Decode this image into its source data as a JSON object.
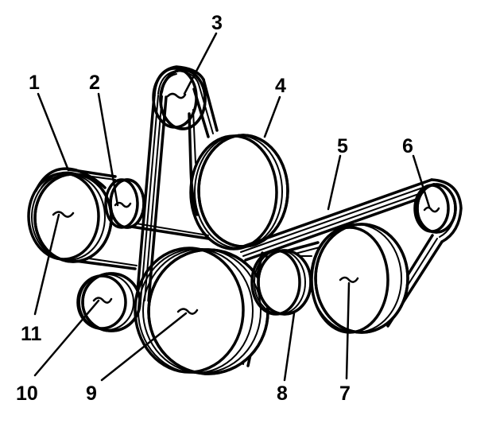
{
  "callouts": [
    "1",
    "2",
    "3",
    "4",
    "5",
    "6",
    "7",
    "8",
    "9",
    "10",
    "11"
  ],
  "colors": {
    "ink": "#000000",
    "paper": "#ffffff"
  }
}
